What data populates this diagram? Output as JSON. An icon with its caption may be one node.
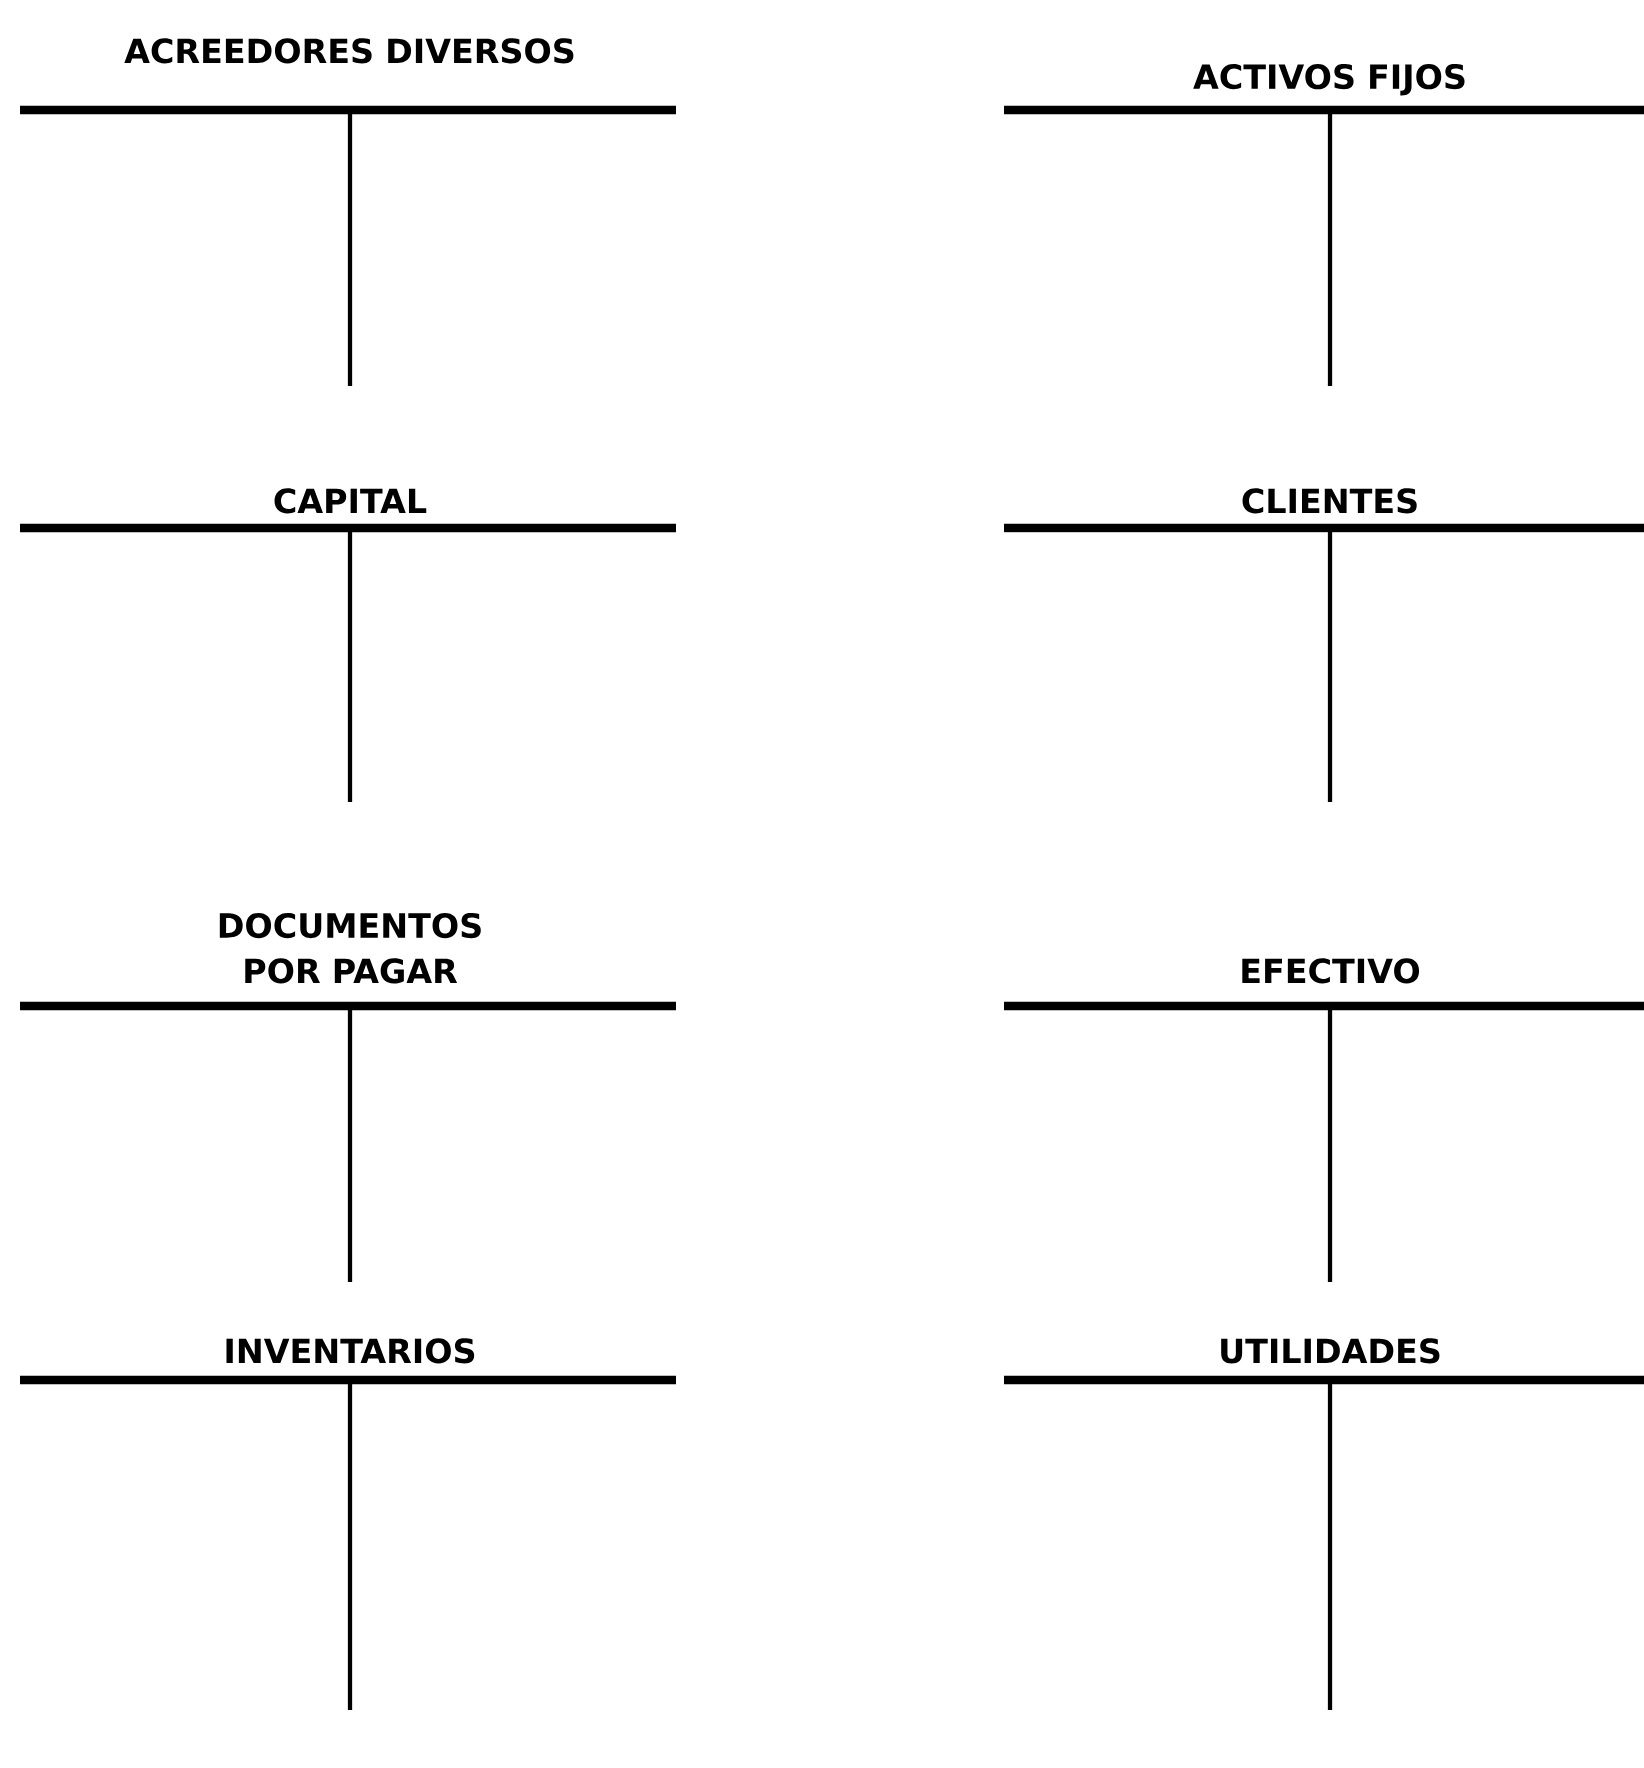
{
  "diagram": {
    "nodes": [
      {
        "text": [
          "ACREEDORES DIVERSOS"
        ]
      },
      {
        "text": [
          "ACTIVOS FIJOS"
        ]
      },
      {
        "text": [
          "CAPITAL"
        ]
      },
      {
        "text": [
          "CLIENTES"
        ]
      },
      {
        "text": [
          "DOCUMENTOS POR PAGAR"
        ]
      },
      {
        "text": [
          "EFECTIVO"
        ]
      },
      {
        "text": [
          "INVENTARIOS"
        ]
      },
      {
        "text": [
          "UTILIDADES"
        ]
      }
    ]
  }
}
